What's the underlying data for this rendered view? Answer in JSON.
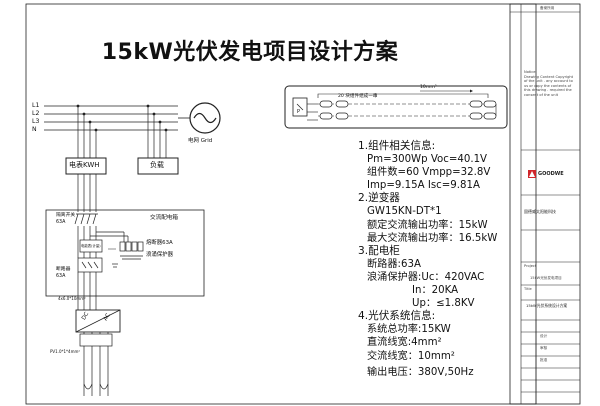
{
  "title": "15kW光伏发电项目设计方案",
  "grid": {
    "lines": [
      "L1",
      "L2",
      "L3",
      "N"
    ],
    "label": "电网 Grid"
  },
  "meter": {
    "label": "电表KWH"
  },
  "load": {
    "label": "负载"
  },
  "ac_box": {
    "title": "交流配电箱",
    "isolation_switch": "隔离开关\n63A",
    "breaker": "断路器\n63A",
    "surge_protector": "浪涌保护器",
    "fuse_label": "熔断器63A",
    "meter_small": "电能表(计量)",
    "cable_in": "4x6.0*10mm²"
  },
  "inverter": {
    "dc": "DC",
    "ac": "AC",
    "pv_cable": "PV1.0*1*4mm²"
  },
  "array": {
    "title": "20 块组件组成一串",
    "cable": "10mm²",
    "inverter_tag": "P"
  },
  "info": {
    "s1": "1.组件相关信息:",
    "s1_l1": "Pm=300Wp Voc=40.1V",
    "s1_l2": "组件数=60  Vmpp=32.8V",
    "s1_l3": "Imp=9.15A  Isc=9.81A",
    "s2": "2.逆变器",
    "s2_l1": "GW15KN-DT*1",
    "s2_l2": "额定交流输出功率：15kW",
    "s2_l3": "最大交流输出功率：16.5kW",
    "s3": "3.配电柜",
    "s3_l1": "断路器:63A",
    "s3_l2": "浪涌保护器:Uc：420VAC",
    "s3_l3": "In：20KA",
    "s3_l4": "Up：≤1.8KV",
    "s4": "4.光伏系统信息:",
    "s4_l1": "系统总功率:15KW",
    "s4_l2": "直流线宽:4mm²",
    "s4_l3": "交流线宽：10mm²",
    "s4_l4": "输出电压：380V,50Hz"
  },
  "title_block": {
    "header": "备案所用",
    "notice": "Notice:\nDrawing Content Copyright\nof the unit . any account to\nus or copy the contents of\nthis drawing . required the\nconsent of the unit",
    "brand": "GOODWE",
    "company": "固德威太阳能科技",
    "project_label": "Project",
    "project": "15kW光伏发电项目",
    "drawing_label": "Title",
    "drawing": "15kW光伏系统设计方案",
    "rows": [
      "设计",
      "审核",
      "批准"
    ]
  }
}
